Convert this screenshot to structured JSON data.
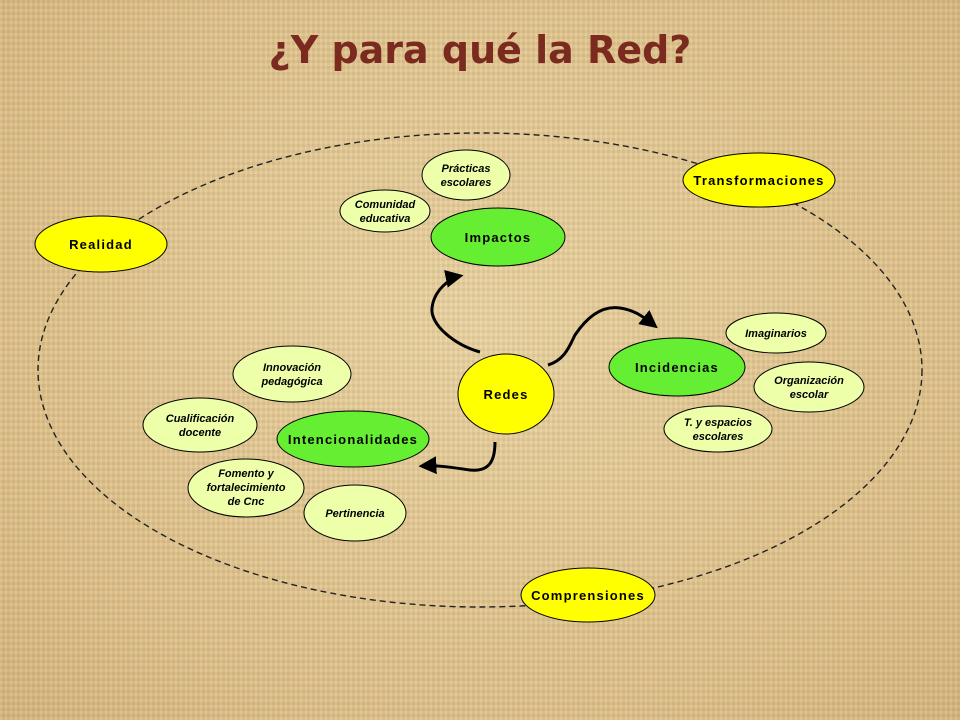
{
  "title": "¿Y para qué la Red?",
  "colors": {
    "title": "#7a2a1e",
    "yellow_node": "#ffff00",
    "green_node": "#66ee33",
    "pale_node": "#eeffaa",
    "arrow": "#000000"
  },
  "nodes": {
    "realidad": "Realidad",
    "transformaciones": "Transformaciones",
    "comprensiones": "Comprensiones",
    "redes": "Redes",
    "impactos": "Impactos",
    "incidencias": "Incidencias",
    "intencionalidades": "Intencionalidades",
    "practicas": [
      "Prácticas",
      "escolares"
    ],
    "comunidad": [
      "Comunidad",
      "educativa"
    ],
    "imaginarios": "Imaginarios",
    "organizacion": [
      "Organización",
      "escolar"
    ],
    "espacios": [
      "T. y espacios",
      "escolares"
    ],
    "innovacion": [
      "Innovación",
      "pedagógica"
    ],
    "cualificacion": [
      "Cualificación",
      "docente"
    ],
    "fomento": [
      "Fomento y",
      "fortalecimiento",
      "de Cnc"
    ],
    "pertinencia": "Pertinencia"
  }
}
